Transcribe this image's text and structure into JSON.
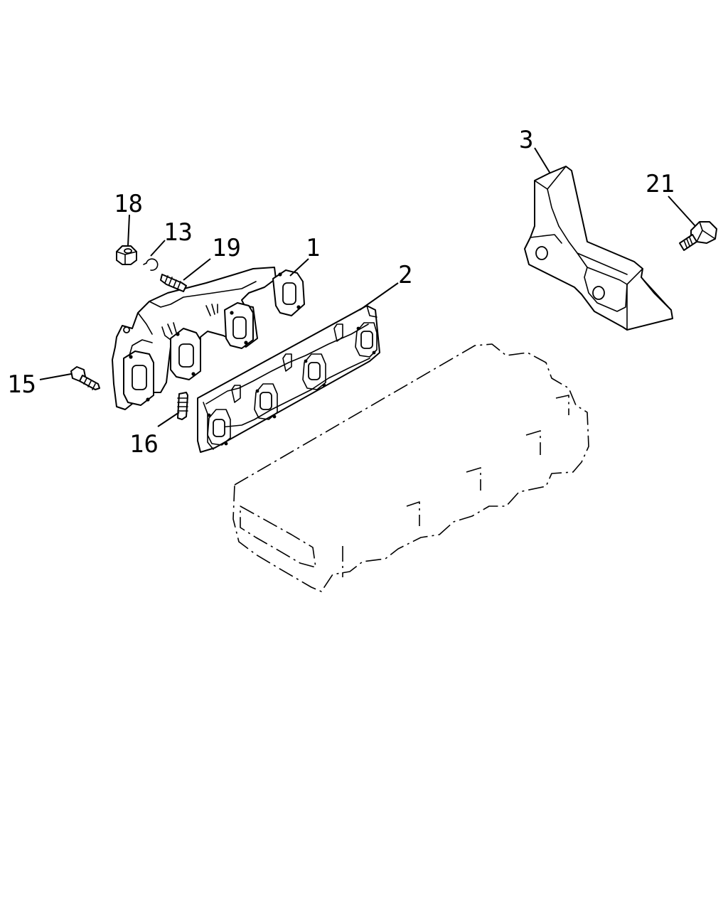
{
  "callouts": {
    "c1": "1",
    "c2": "2",
    "c3": "3",
    "c13": "13",
    "c15": "15",
    "c16": "16",
    "c18": "18",
    "c19": "19",
    "c21": "21"
  }
}
